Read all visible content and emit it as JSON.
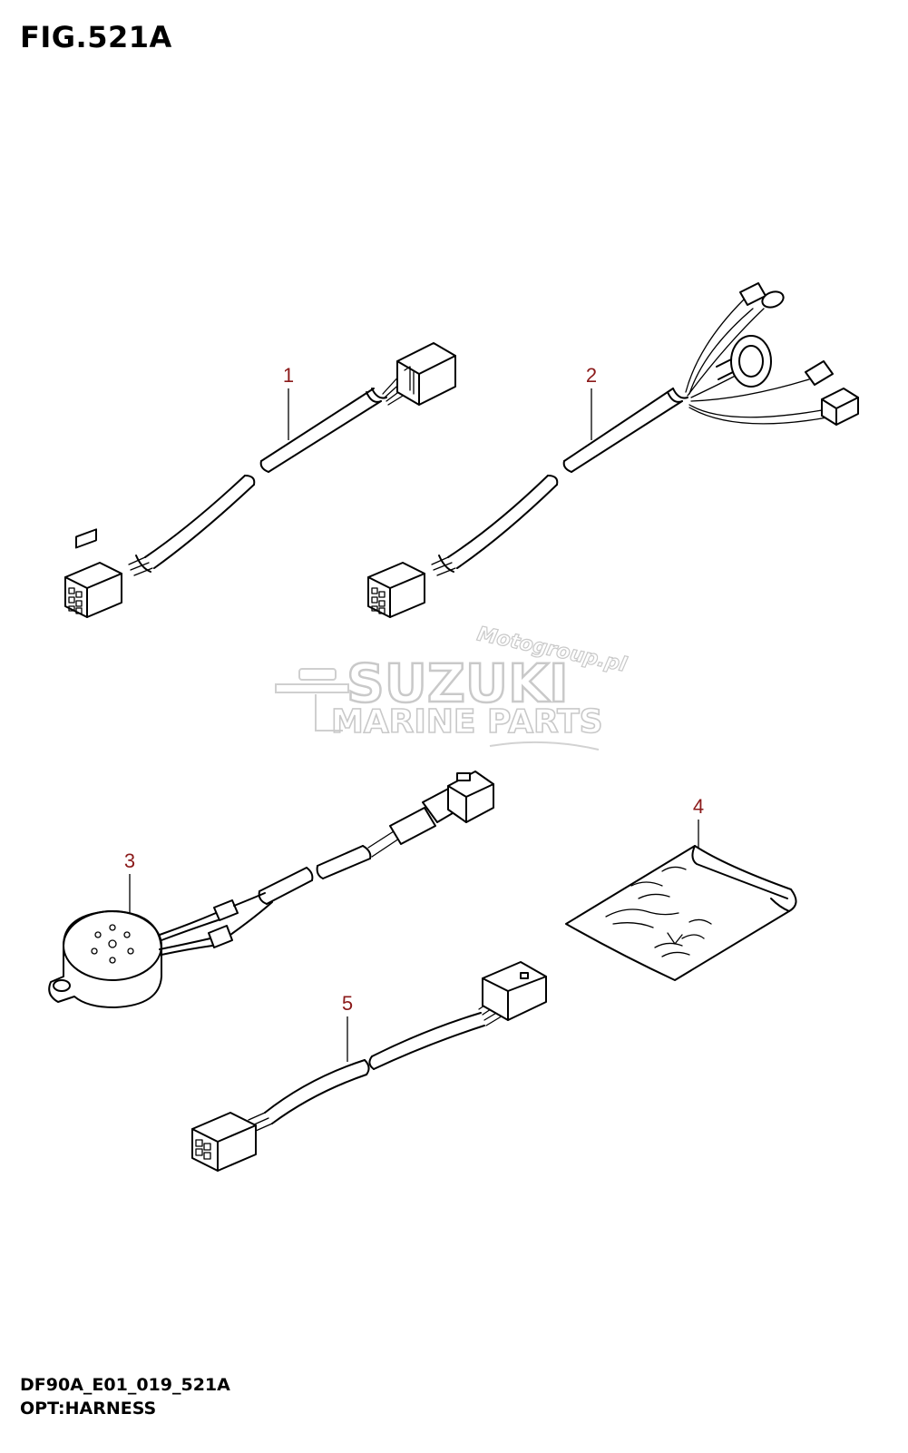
{
  "figure": {
    "title": "FIG.521A",
    "code": "DF90A_E01_019_521A",
    "name": "OPT:HARNESS"
  },
  "callouts": [
    "1",
    "2",
    "3",
    "4",
    "5"
  ],
  "watermark": {
    "brand": "SUZUKI",
    "subtitle": "MARINE PARTS",
    "url": "Motogroup.pl"
  }
}
